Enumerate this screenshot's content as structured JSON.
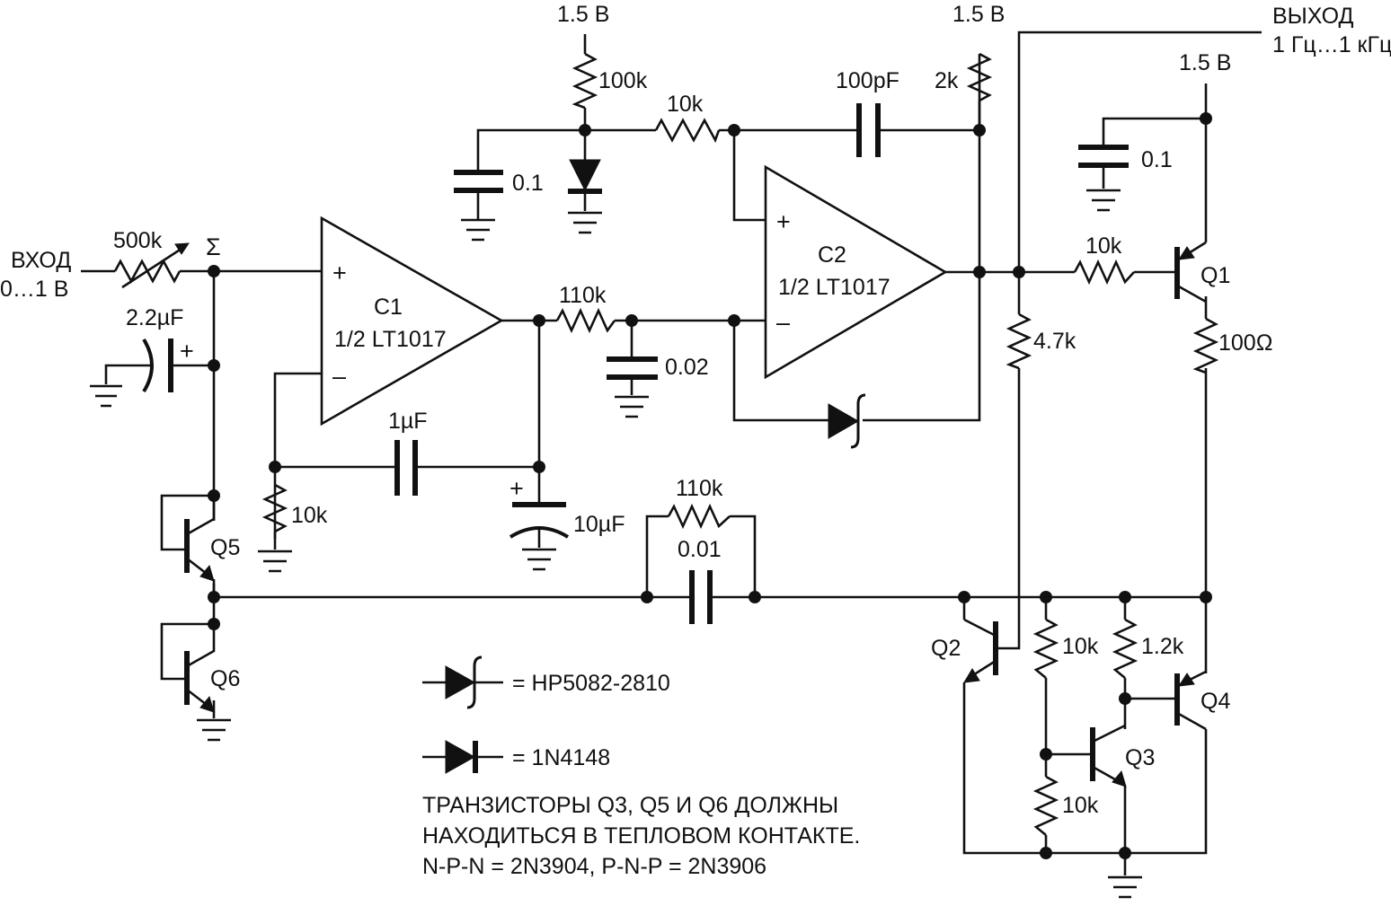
{
  "supply": {
    "v1": "1.5 В",
    "v2": "1.5 В",
    "v3": "1.5 В"
  },
  "input": {
    "label": "ВХОД",
    "range": "0…1 В",
    "sum": "Σ"
  },
  "output": {
    "label": "ВЫХОД",
    "range": "1 Гц…1 кГц"
  },
  "resistors": {
    "r_in": "500k",
    "r_100k": "100k",
    "r_10k_top": "10k",
    "r_2k": "2k",
    "r_110k_mid": "110k",
    "r_10k_c1": "10k",
    "r_110k_fb": "110k",
    "r_4k7": "4.7k",
    "r_10k_q1": "10k",
    "r_100ohm": "100Ω",
    "r_10k_q2a": "10k",
    "r_1k2": "1.2k",
    "r_10k_q3": "10k"
  },
  "capacitors": {
    "c_in": "2.2µF",
    "c_01_top": "0.1",
    "c_100pf": "100pF",
    "c_002": "0.02",
    "c_1uf": "1µF",
    "c_10uf": "10µF",
    "c_001": "0.01",
    "c_01_right": "0.1"
  },
  "amps": {
    "c1": {
      "name": "C1",
      "part": "1/2 LT1017"
    },
    "c2": {
      "name": "C2",
      "part": "1/2 LT1017"
    }
  },
  "transistors": {
    "q1": "Q1",
    "q2": "Q2",
    "q3": "Q3",
    "q4": "Q4",
    "q5": "Q5",
    "q6": "Q6"
  },
  "polarity": {
    "plus": "+",
    "minus": "–"
  },
  "legend": {
    "schottky": "= HP5082-2810",
    "diode": "= 1N4148",
    "note1": "ТРАНЗИСТОРЫ Q3, Q5 И Q6 ДОЛЖНЫ",
    "note2": "НАХОДИТЬСЯ В ТЕПЛОВОМ КОНТАКТЕ.",
    "note3": "N-P-N = 2N3904, P-N-P = 2N3906"
  }
}
